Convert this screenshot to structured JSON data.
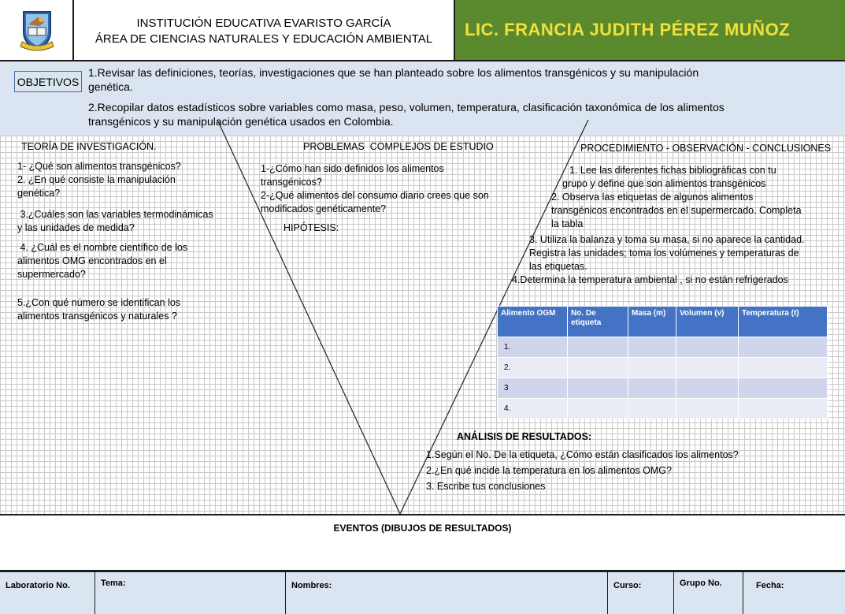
{
  "header": {
    "institution": "INSTITUCIÓN EDUCATIVA EVARISTO GARCÍA",
    "area": "ÁREA DE CIENCIAS NATURALES Y EDUCACIÓN AMBIENTAL",
    "teacher": "LIC. FRANCIA JUDITH PÉREZ MUÑOZ",
    "logo_icon": "school-crest-icon"
  },
  "objectives": {
    "label": "OBJETIVOS",
    "line1": "1.Revisar  las definiciones, teorías, investigaciones que se han planteado sobre los alimentos transgénicos y su manipulación",
    "line1b": "genética.",
    "line2": "2.Recopilar datos estadísticos sobre variables como masa, peso, volumen, temperatura, clasificación taxonómica de los alimentos",
    "line2b": "transgénicos y su manipulación genética usados en Colombia."
  },
  "theory": {
    "title": "TEORÍA DE INVESTIGACIÓN.",
    "q1": "1- ¿Qué son alimentos transgénicos?",
    "q2a": "2. ¿En qué consiste la manipulación",
    "q2b": "genética?",
    "q3a": " 3.¿Cuáles son las variables termodinámicas",
    "q3b": "y las  unidades de medida?",
    "q4a": " 4. ¿Cuál es el nombre científico de los",
    "q4b": "alimentos OMG encontrados  en el",
    "q4c": "supermercado?",
    "q5a": "5.¿Con qué número se identifican los",
    "q5b": "alimentos transgénicos y naturales ?"
  },
  "problems": {
    "title": "PROBLEMAS  COMPLEJOS DE ESTUDIO",
    "p1a": "1-¿Cómo han sido definidos los alimentos",
    "p1b": "transgénicos?",
    "p2a": "2-¿Qué alimentos del consumo diario crees que son",
    "p2b": "modificados genéticamente?",
    "hypothesis": "HIPÓTESIS:"
  },
  "procedure": {
    "title": "PROCEDIMIENTO - OBSERVACIÓN - CONCLUSIONES",
    "s1a": "1. Lee las diferentes fichas  bibliográficas con tu",
    "s1b": "grupo y define que son alimentos transgénicos",
    "s2a": "2. Observa las etiquetas de algunos alimentos",
    "s2b": "transgénicos encontrados en el supermercado. Completa",
    "s2c": "la tabla",
    "s3a": "3. Utiliza la balanza y toma su masa, si no aparece la cantidad.",
    "s3b": "Registra las unidades; toma los volúmenes y temperaturas  de",
    "s3c": "las etiquetas.",
    "s4": "4.Determina la temperatura ambiental , si no están refrigerados"
  },
  "table": {
    "headers": [
      "Alimento OGM",
      "No. De etiqueta",
      "Masa (m)",
      "Volumen (v)",
      "Temperatura (t)"
    ],
    "rows": [
      "1.",
      "2.",
      "3",
      "4."
    ]
  },
  "analysis": {
    "title": "ANÁLISIS DE RESULTADOS:",
    "a1": "1.Según el No. De la etiqueta, ¿Cómo están clasificados los alimentos?",
    "a2": "2.¿En qué incide la temperatura en los alimentos OMG?",
    "a3": "3. Escribe tus conclusiones"
  },
  "events": {
    "title": "EVENTOS (DIBUJOS DE RESULTADOS)"
  },
  "footer": {
    "lab": "Laboratorio No.",
    "topic": "Tema:",
    "names": "Nombres:",
    "course": "Curso:",
    "group": "Grupo  No.",
    "date": "Fecha:"
  },
  "colors": {
    "teacher_bg": "#5b8a2e",
    "teacher_text": "#f3e03a",
    "band_bg": "#dbe5f1",
    "table_header": "#4472c4"
  }
}
